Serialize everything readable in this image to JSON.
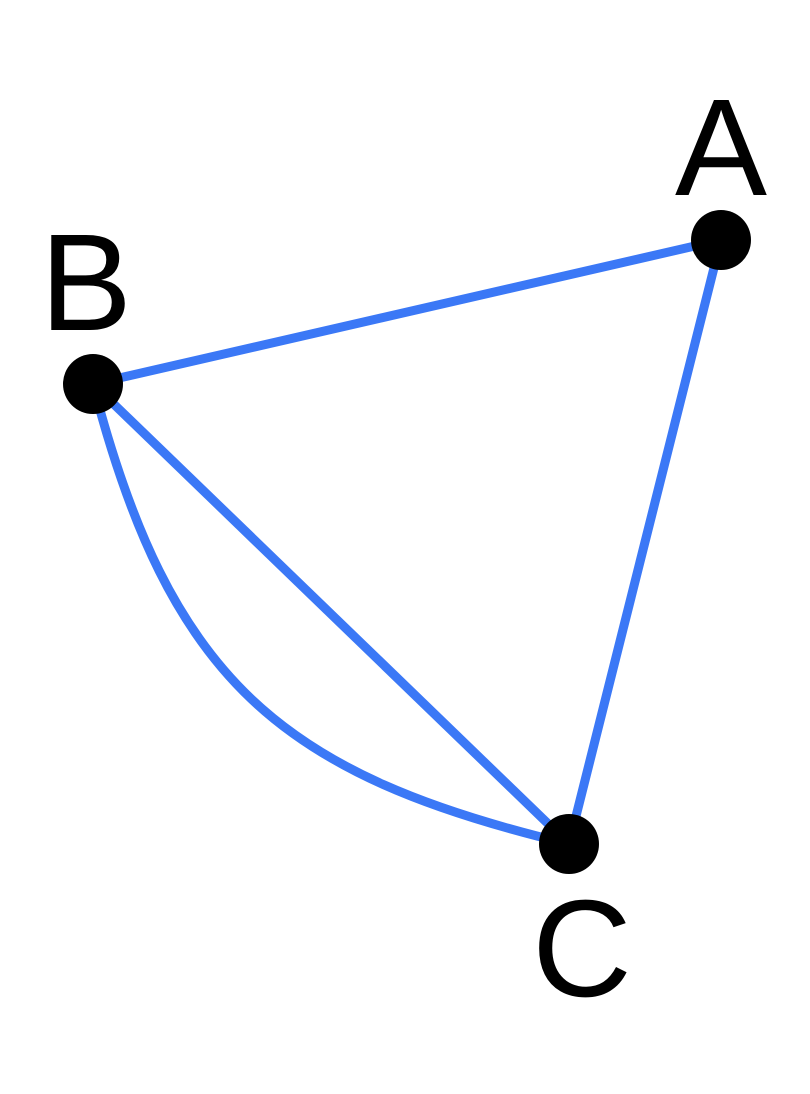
{
  "graph": {
    "nodes": [
      {
        "id": "A",
        "label": "A"
      },
      {
        "id": "B",
        "label": "B"
      },
      {
        "id": "C",
        "label": "C"
      }
    ],
    "edges": [
      {
        "source": "B",
        "target": "A",
        "style": "straight"
      },
      {
        "source": "A",
        "target": "C",
        "style": "straight"
      },
      {
        "source": "B",
        "target": "C",
        "style": "straight"
      },
      {
        "source": "B",
        "target": "C",
        "style": "curved"
      }
    ],
    "colors": {
      "edge": "#3b78f6",
      "node": "#000000",
      "label": "#000000",
      "background": "#ffffff"
    }
  }
}
